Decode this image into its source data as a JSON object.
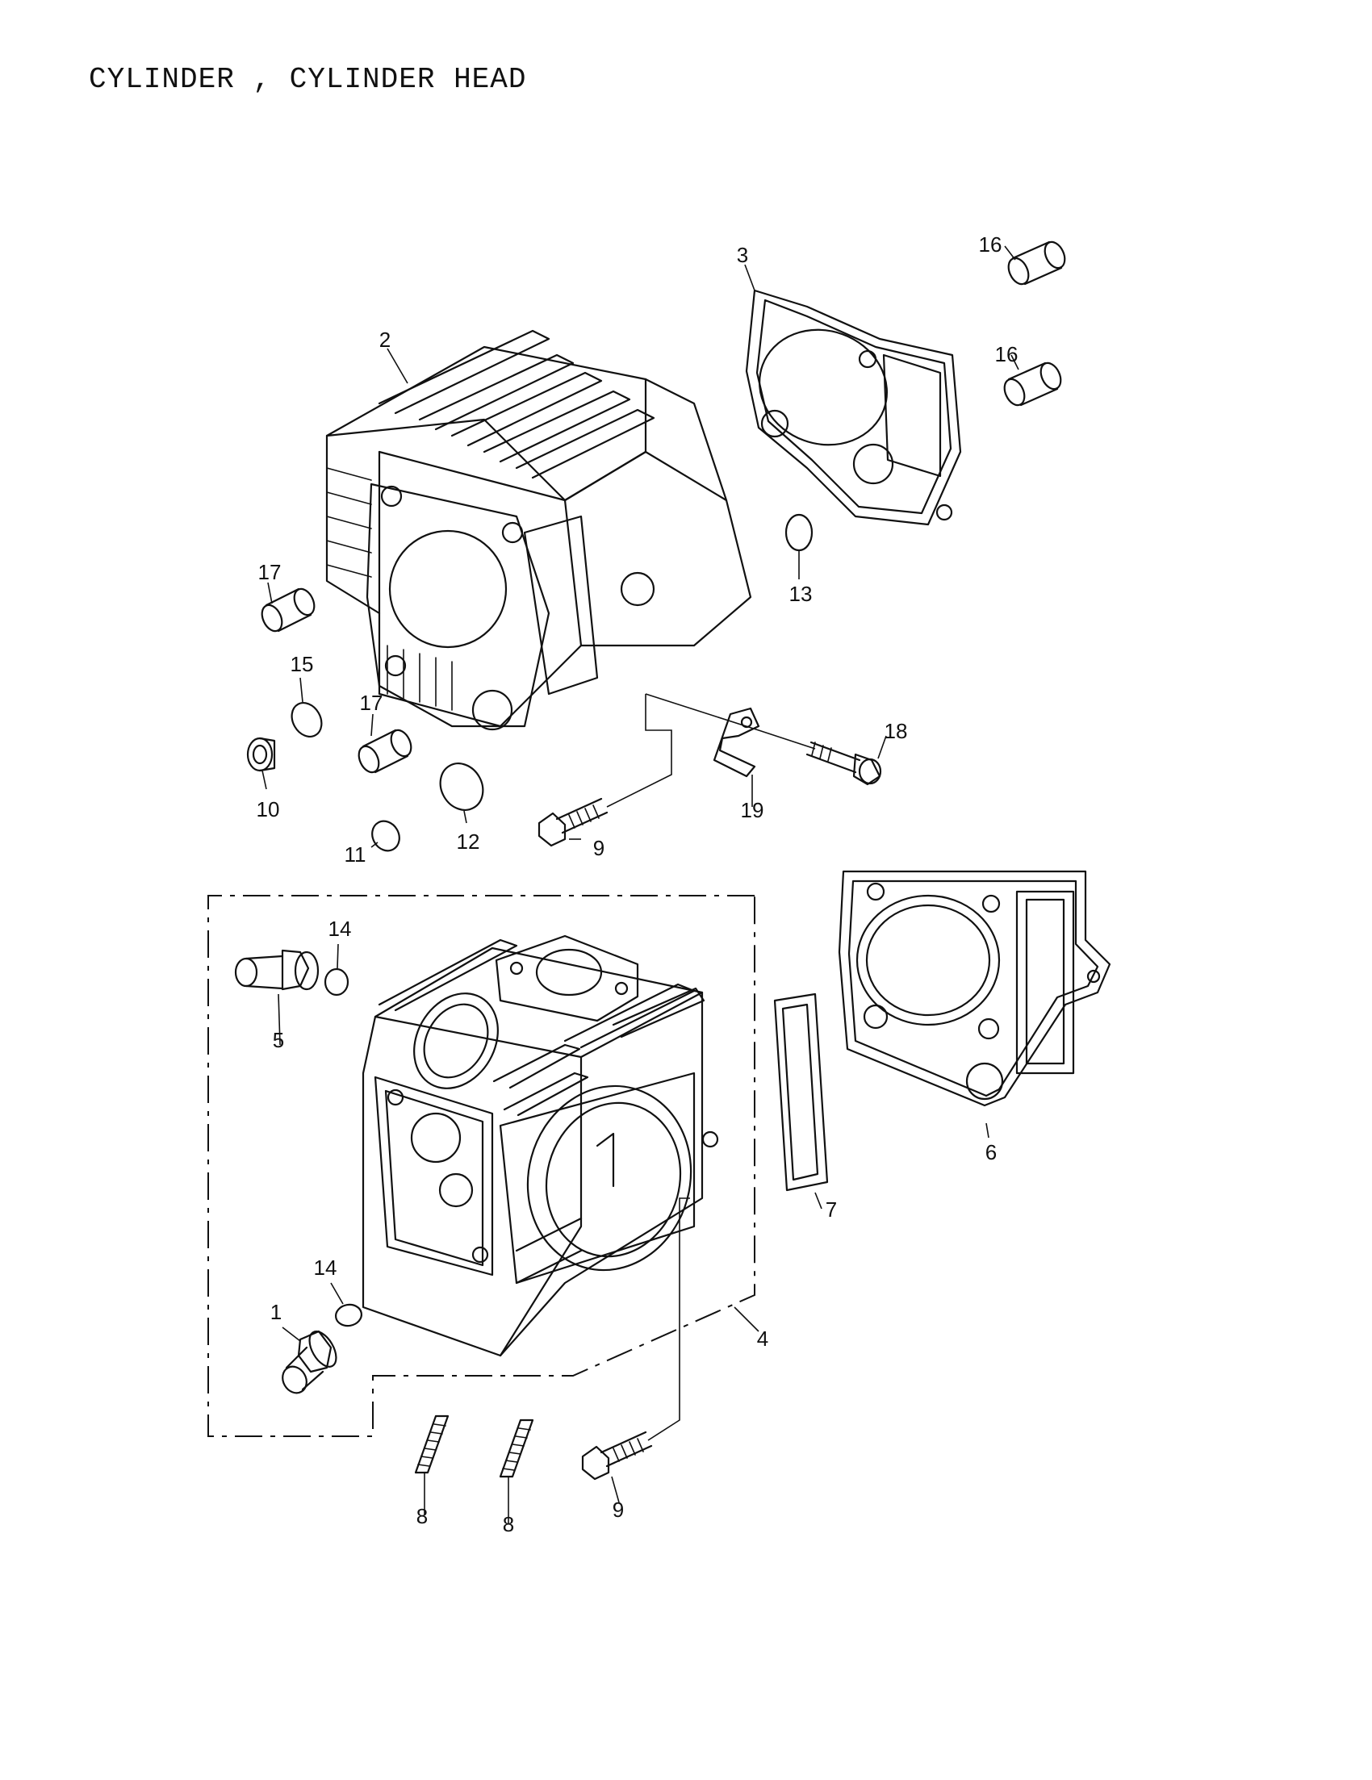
{
  "title": "CYLINDER , CYLINDER HEAD",
  "labels": [
    "1",
    "2",
    "3",
    "4",
    "5",
    "6",
    "7",
    "8",
    "8",
    "9",
    "9",
    "10",
    "11",
    "12",
    "13",
    "14",
    "14",
    "15",
    "16",
    "16",
    "17",
    "17",
    "18",
    "19"
  ]
}
